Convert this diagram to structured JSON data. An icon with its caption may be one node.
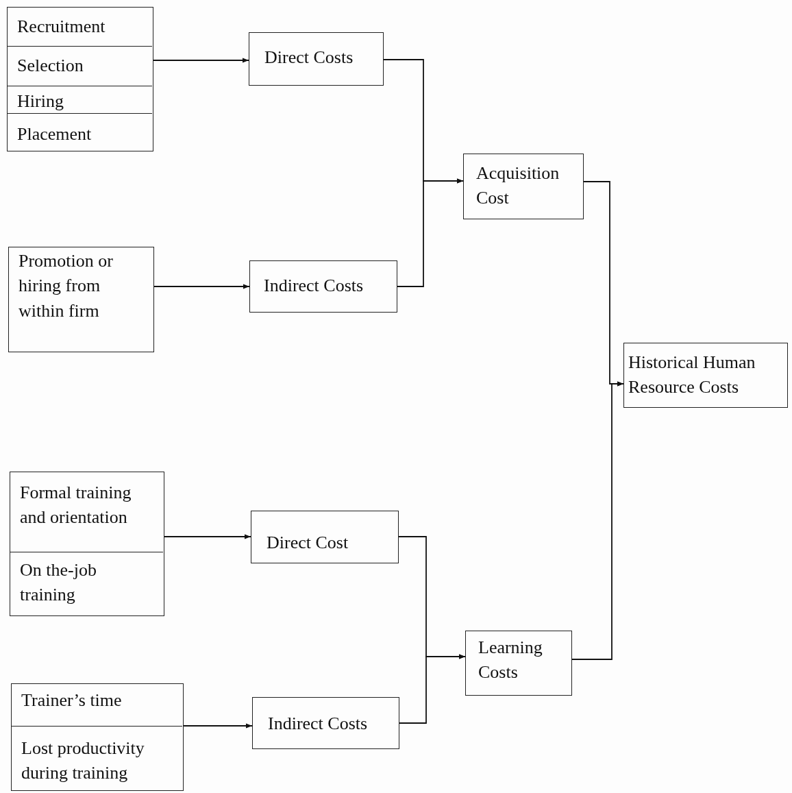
{
  "diagram": {
    "nodes": [
      {
        "text": [],
        "shape": "box"
      },
      {
        "text": [
          "Recruitment"
        ],
        "in": 0
      },
      {
        "text": [
          "Selection"
        ],
        "in": 0
      },
      {
        "text": [
          "Hiring"
        ],
        "in": 0
      },
      {
        "text": [
          "Placement"
        ],
        "in": 0
      },
      {
        "text": [
          "Direct Costs"
        ]
      },
      {
        "text": [
          "Promotion or hiring from within firm"
        ]
      },
      {
        "text": [
          "Indirect Costs"
        ]
      },
      {
        "text": [
          "Acquisition Cost"
        ]
      },
      {
        "text": [
          "Historical Human Resource Costs"
        ]
      },
      {
        "text": [],
        "shape": "box"
      },
      {
        "text": [
          "Formal training and orientation"
        ],
        "in": 10
      },
      {
        "text": [
          "On the-job training"
        ],
        "in": 10
      },
      {
        "text": [
          "Direct Cost"
        ]
      },
      {
        "text": [],
        "shape": "box"
      },
      {
        "text": [
          "Trainer’s time"
        ],
        "in": 14
      },
      {
        "text": [
          "Lost productivity during training"
        ],
        "in": 14
      },
      {
        "text": [
          "Indirect Costs"
        ]
      },
      {
        "text": [
          "Learning Costs"
        ]
      }
    ],
    "edges": [
      {
        "from": 0,
        "to": 5,
        "arrow": "to"
      },
      {
        "from": 6,
        "to": 7,
        "arrow": "to"
      },
      {
        "from": 5,
        "to": 8,
        "arrow": "to"
      },
      {
        "from": 7,
        "to": 8,
        "arrow": "to"
      },
      {
        "from": 8,
        "to": 9,
        "arrow": "to"
      },
      {
        "from": 18,
        "to": 9,
        "arrow": "to"
      },
      {
        "from": 10,
        "to": 13,
        "arrow": "to"
      },
      {
        "from": 14,
        "to": 17,
        "arrow": "to"
      },
      {
        "from": 13,
        "to": 18,
        "arrow": "to"
      },
      {
        "from": 17,
        "to": 18,
        "arrow": "to"
      }
    ]
  }
}
